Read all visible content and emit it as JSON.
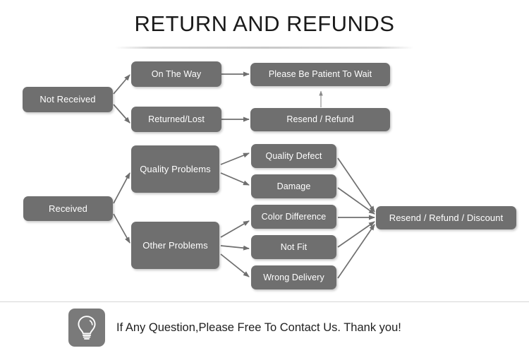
{
  "header": {
    "title": "RETURN AND REFUNDS"
  },
  "diagram": {
    "nodes": {
      "not_received": "Not Received",
      "on_the_way": "On The Way",
      "returned_lost": "Returned/Lost",
      "please_wait": "Please Be Patient To Wait",
      "resend_refund": "Resend / Refund",
      "received": "Received",
      "quality_problems": "Quality Problems",
      "other_problems": "Other Problems",
      "quality_defect": "Quality Defect",
      "damage": "Damage",
      "color_difference": "Color Difference",
      "not_fit": "Not Fit",
      "wrong_delivery": "Wrong Delivery",
      "resend_refund_discount": "Resend / Refund / Discount"
    },
    "colors": {
      "node_fill": "#6f6f6f",
      "node_text": "#ffffff",
      "connector": "#6f6f6f",
      "background": "#ffffff"
    }
  },
  "footer": {
    "icon": "lightbulb-icon",
    "message": "If Any Question,Please Free To Contact Us. Thank you!"
  }
}
